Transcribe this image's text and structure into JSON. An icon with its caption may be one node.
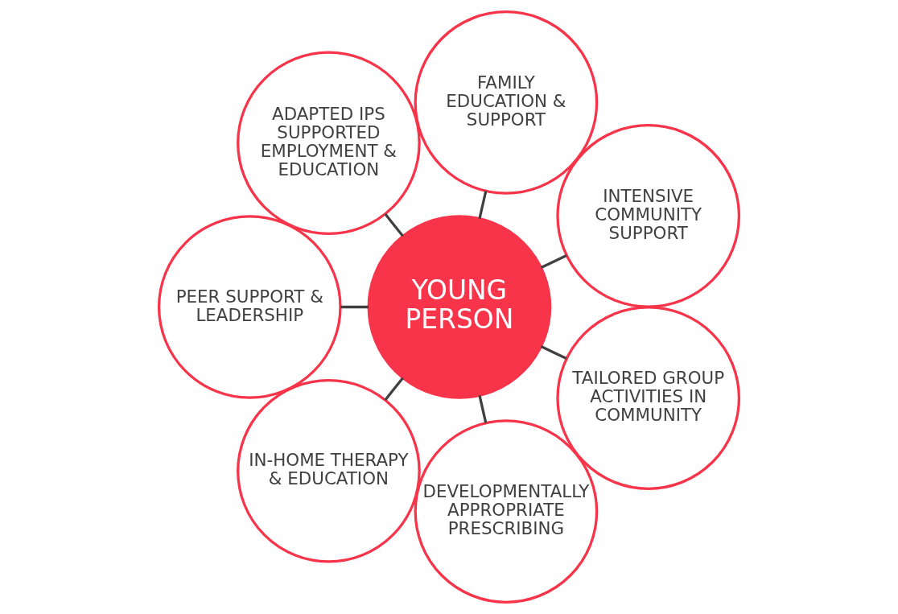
{
  "diagram": {
    "nodes": [
      {
        "text": [
          "INTENSIVE COMMUNITY SUPPORT"
        ]
      },
      {
        "text": [
          "FAMILY EDUCATION & SUPPORT"
        ]
      },
      {
        "text": [
          "ADAPTED IPS SUPPORTED EMPLOYMENT & EDUCATION"
        ]
      },
      {
        "text": [
          "YOUNG PERSON"
        ]
      },
      {
        "text": [
          "PEER SUPPORT & LEADERSHIP"
        ]
      },
      {
        "text": [
          "IN-HOME THERAPY & EDUCATION"
        ]
      },
      {
        "text": [
          "DEVELOPMENTALLY APPROPRIATE PRESCRIBING"
        ]
      },
      {
        "text": [
          "TAILORED GROUP ACTIVITIES IN COMMUNITY"
        ]
      }
    ],
    "edges": [
      {
        "from": 3,
        "to": 0,
        "arrow": "none"
      },
      {
        "from": 3,
        "to": 2,
        "arrow": "none"
      },
      {
        "from": 3,
        "to": 5,
        "arrow": "none"
      },
      {
        "from": 3,
        "to": 7,
        "arrow": "none"
      },
      {
        "from": 3,
        "to": 6,
        "arrow": "none"
      },
      {
        "from": 3,
        "to": 4,
        "arrow": "none"
      },
      {
        "from": 3,
        "to": 1,
        "arrow": "none"
      }
    ]
  }
}
